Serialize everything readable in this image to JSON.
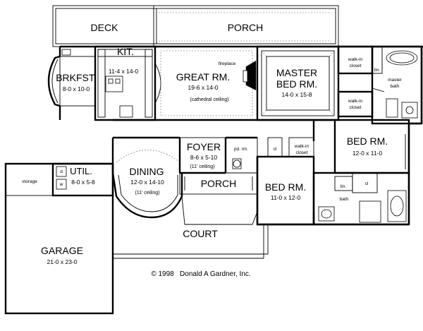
{
  "rooms": {
    "deck": {
      "name": "DECK"
    },
    "porch_rear": {
      "name": "PORCH"
    },
    "kitchen": {
      "name": "KIT.",
      "dims": "11-4 x 14-0"
    },
    "breakfast": {
      "name": "BRKFST.",
      "dims": "8-0 x 10-0"
    },
    "great_room": {
      "name": "GREAT RM.",
      "dims": "19-6 x 14-0",
      "note": "(cathedral ceiling)"
    },
    "master_bed": {
      "name_line1": "MASTER",
      "name_line2": "BED RM.",
      "dims": "14-0 x 15-8"
    },
    "foyer": {
      "name": "FOYER",
      "dims": "8-6 x 5-10",
      "note": "(11' ceiling)"
    },
    "dining": {
      "name": "DINING",
      "dims": "12-0 x 14-10",
      "note": "(11' ceiling)"
    },
    "utility": {
      "name": "UTIL.",
      "dims": "8-0 x 5-8"
    },
    "porch_front": {
      "name": "PORCH"
    },
    "bed_2": {
      "name": "BED RM.",
      "dims": "12-0 x 11-0"
    },
    "bed_3": {
      "name": "BED RM.",
      "dims": "11-0 x 12-0"
    },
    "court": {
      "name": "COURT"
    },
    "garage": {
      "name": "GARAGE",
      "dims": "21-0 x 23-0"
    }
  },
  "labels": {
    "fireplace": "fireplace",
    "walk_in_closet_1": [
      "walk-in",
      "closet"
    ],
    "walk_in_closet_2": [
      "walk-in",
      "closet"
    ],
    "walk_in_closet_3": [
      "walk-in",
      "closet"
    ],
    "lin_master": "lin.",
    "master_bath": [
      "master",
      "bath"
    ],
    "powder_room": "pd. rm.",
    "cl_foyer": "cl",
    "cl_bed": "cl",
    "lin_hall": "lin.",
    "bath": "bath",
    "storage": "storage",
    "dryer": "d",
    "washer": "w"
  },
  "copyright": "© 1998   Donald A Gardner, Inc."
}
